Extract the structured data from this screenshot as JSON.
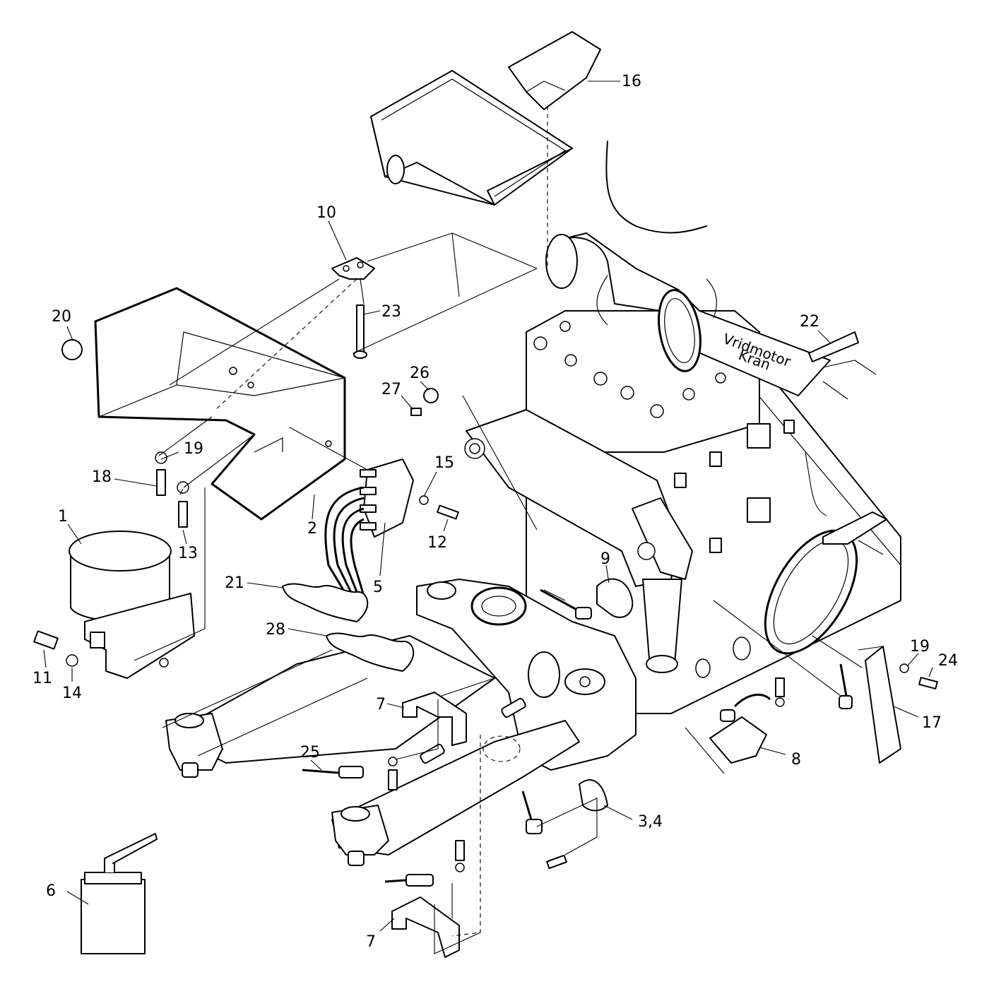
{
  "callouts": {
    "c1": "1",
    "c2": "2",
    "c34": "3,4",
    "c5": "5",
    "c6": "6",
    "c7a": "7",
    "c7b": "7",
    "c8": "8",
    "c9": "9",
    "c10": "10",
    "c11": "11",
    "c12": "12",
    "c13": "13",
    "c14": "14",
    "c15": "15",
    "c16": "16",
    "c17": "17",
    "c18": "18",
    "c19a": "19",
    "c19b": "19",
    "c20": "20",
    "c21": "21",
    "c22": "22",
    "c23": "23",
    "c24": "24",
    "c25": "25",
    "c26": "26",
    "c27": "27",
    "c28": "28"
  },
  "engraving": {
    "line1": "Vridmotor",
    "line2": "Kran"
  }
}
